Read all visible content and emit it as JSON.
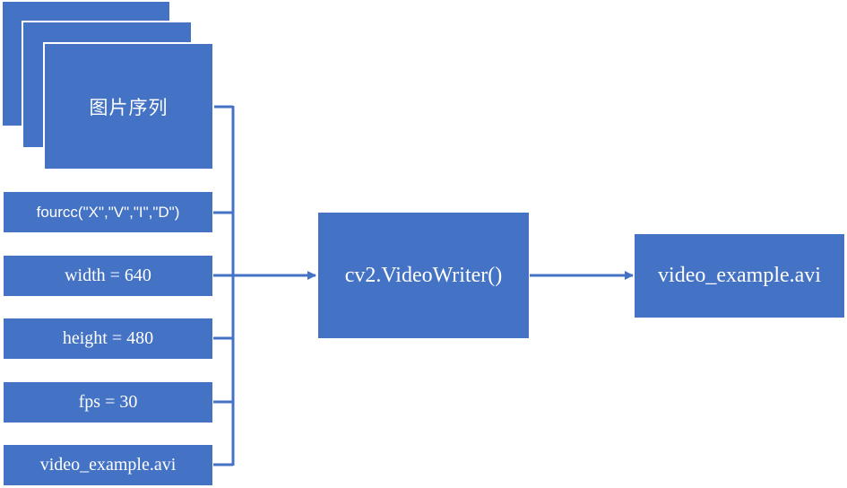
{
  "diagram": {
    "image_sequence_label": "图片序列",
    "params": [
      "fourcc(\"X\",\"V\",\"I\",\"D\")",
      "width = 640",
      "height = 480",
      "fps = 30",
      "video_example.avi"
    ],
    "writer_label": "cv2.VideoWriter()",
    "output_label": "video_example.avi"
  },
  "colors": {
    "box_fill": "#4472c4",
    "box_text": "#ffffff",
    "connector": "#4472c4"
  }
}
